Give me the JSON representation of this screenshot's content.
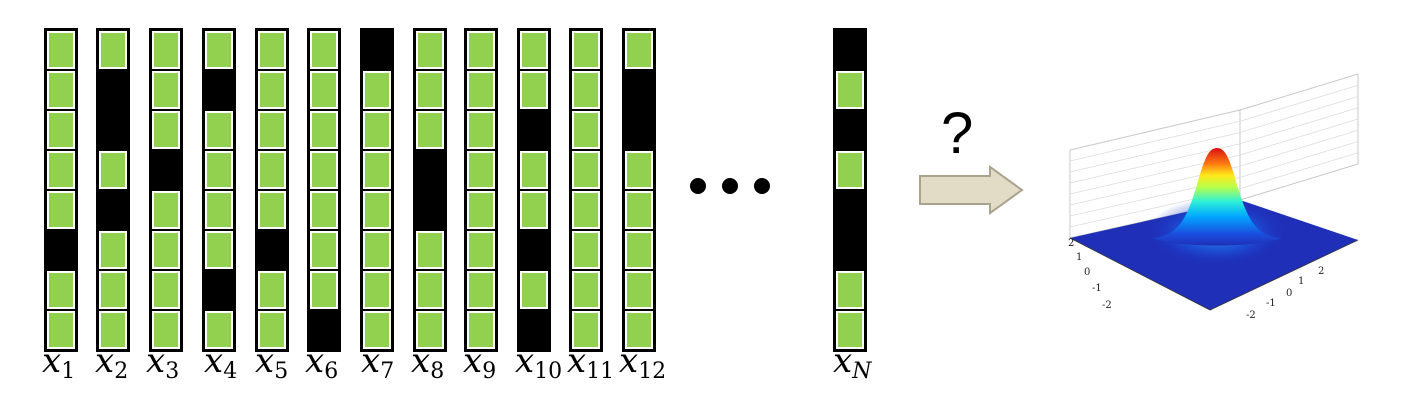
{
  "vectors": [
    {
      "sub": "1",
      "cells": [
        1,
        1,
        1,
        1,
        1,
        0,
        1,
        1
      ]
    },
    {
      "sub": "2",
      "cells": [
        1,
        0,
        0,
        1,
        0,
        1,
        1,
        1
      ]
    },
    {
      "sub": "3",
      "cells": [
        1,
        1,
        1,
        0,
        1,
        1,
        1,
        1
      ]
    },
    {
      "sub": "4",
      "cells": [
        1,
        0,
        1,
        1,
        1,
        1,
        0,
        1
      ]
    },
    {
      "sub": "5",
      "cells": [
        1,
        1,
        1,
        1,
        1,
        0,
        1,
        1
      ]
    },
    {
      "sub": "6",
      "cells": [
        1,
        1,
        1,
        1,
        1,
        1,
        1,
        0
      ]
    },
    {
      "sub": "7",
      "cells": [
        0,
        1,
        1,
        1,
        1,
        1,
        1,
        1
      ]
    },
    {
      "sub": "8",
      "cells": [
        1,
        1,
        1,
        0,
        0,
        1,
        1,
        1
      ]
    },
    {
      "sub": "9",
      "cells": [
        1,
        1,
        1,
        1,
        1,
        1,
        1,
        1
      ]
    },
    {
      "sub": "10",
      "cells": [
        1,
        1,
        0,
        1,
        1,
        0,
        1,
        0
      ]
    },
    {
      "sub": "11",
      "cells": [
        1,
        1,
        1,
        1,
        1,
        1,
        1,
        1
      ]
    },
    {
      "sub": "12",
      "cells": [
        1,
        0,
        0,
        1,
        1,
        1,
        1,
        1
      ]
    },
    {
      "sub": "N",
      "cells": [
        0,
        1,
        0,
        1,
        0,
        0,
        1,
        1
      ]
    }
  ],
  "label_base": "x",
  "question_mark": "?",
  "colors": {
    "active_cell": "#92d050",
    "inactive_cell": "#000000",
    "arrow_fill": "#e2dcc6",
    "arrow_stroke": "#a9a38d",
    "surface_base": "#1f2fb8"
  },
  "surface_plot": {
    "type": "3d-gaussian-surface",
    "axis_ticks_left": [
      "2",
      "1",
      "0",
      "-1",
      "-2"
    ],
    "axis_ticks_right": [
      "2",
      "1",
      "0",
      "-1",
      "-2"
    ]
  }
}
